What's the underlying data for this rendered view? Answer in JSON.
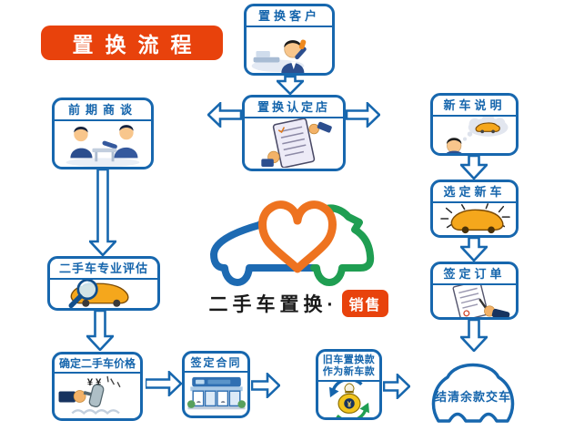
{
  "banner": {
    "label": "置换流程"
  },
  "nodes": {
    "customer": {
      "title": "置换客户"
    },
    "store": {
      "title": "置换认定店"
    },
    "negotiation": {
      "title": "前期商谈"
    },
    "evaluation": {
      "title": "二手车专业评估"
    },
    "price": {
      "title": "确定二手车价格"
    },
    "contract": {
      "title": "签定合同"
    },
    "payment": {
      "title_line1": "旧车置换款",
      "title_line2": "作为新车款"
    },
    "delivery": {
      "title": "结清余款交车"
    },
    "new_car_intro": {
      "title": "新车说明"
    },
    "select_car": {
      "title": "选定新车"
    },
    "order": {
      "title": "签定订单"
    }
  },
  "logo": {
    "label": "二手车置换·",
    "badge": "销售"
  },
  "glyphs": {
    "yen": "¥",
    "yen_double": "¥ ¥"
  },
  "colors": {
    "blue": "#1767ae",
    "orange_red": "#e8420c",
    "orange": "#ee7320",
    "green": "#1f9e52",
    "car_orange": "#f5a71c"
  }
}
